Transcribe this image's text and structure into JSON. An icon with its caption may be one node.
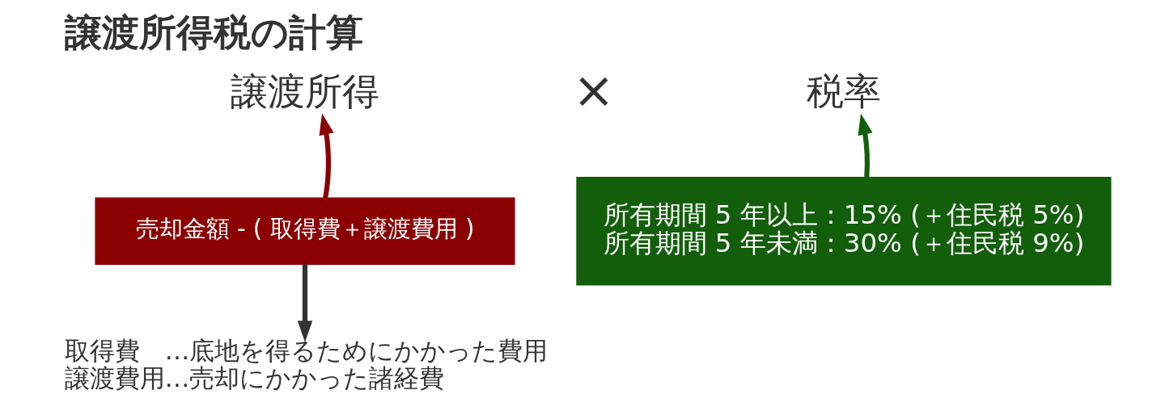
{
  "diagram": {
    "title": "譲渡所得税の計算",
    "nodes": [
      {
        "text": [
          "譲渡所得"
        ]
      },
      {
        "text": [
          "税率"
        ]
      },
      {
        "text": [
          "売却金額 - ( 取得費＋譲渡費用 )"
        ]
      },
      {
        "text": [
          "所有期間 5 年以上：15% (＋住民税 5%)",
          "所有期間 5 年未満：30% (＋住民税 9%)"
        ]
      },
      {
        "text": [
          "取得費　…底地を得るためにかかった費用",
          "譲渡費用…売却にかかった諸経費"
        ]
      }
    ],
    "edges": [
      {
        "from": 2,
        "to": 0,
        "arrow": "to",
        "color": "#8b0000"
      },
      {
        "from": 3,
        "to": 1,
        "arrow": "to",
        "color": "#135e0b"
      },
      {
        "from": 2,
        "to": 4,
        "arrow": "to",
        "color": "#333333"
      }
    ],
    "labels": [
      "×"
    ]
  }
}
